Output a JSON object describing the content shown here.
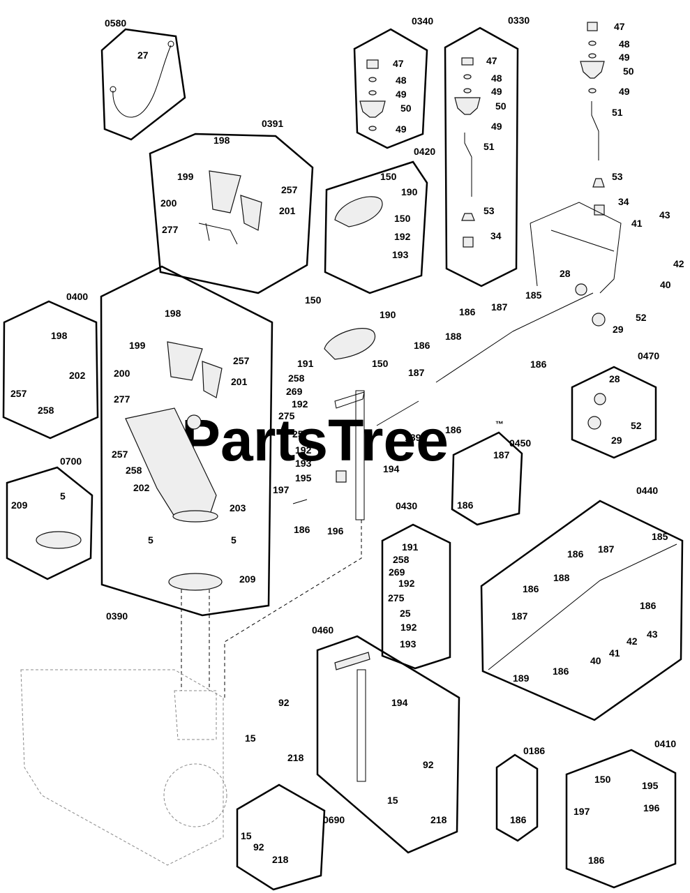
{
  "watermark": {
    "text": "PartsTree",
    "mark": "™"
  },
  "kits": {
    "k0580": "0580",
    "k0391": "0391",
    "k0340": "0340",
    "k0330": "0330",
    "k0420": "0420",
    "k0400": "0400",
    "k0390": "0390",
    "k0700": "0700",
    "k0470": "0470",
    "k0450": "0450",
    "k0440": "0440",
    "k0430": "0430",
    "k0460": "0460",
    "k0690": "0690",
    "k0186": "0186",
    "k0410": "0410"
  },
  "callouts": {
    "c27": "27",
    "c198a": "198",
    "c199a": "199",
    "c200a": "200",
    "c201a": "201",
    "c257a": "257",
    "c277a": "277",
    "c47a": "47",
    "c48a": "48",
    "c49a": "49",
    "c50a": "50",
    "c49b": "49",
    "c47b": "47",
    "c48b": "48",
    "c49c": "49",
    "c50b": "50",
    "c49d": "49",
    "c51a": "51",
    "c53a": "53",
    "c34a": "34",
    "c47c": "47",
    "c48c": "48",
    "c49e": "49",
    "c50c": "50",
    "c49f": "49",
    "c51b": "51",
    "c53b": "53",
    "c34b": "34",
    "c150a": "150",
    "c190a": "190",
    "c150b": "150",
    "c192a": "192",
    "c193a": "193",
    "c41a": "41",
    "c43a": "43",
    "c42a": "42",
    "c40a": "40",
    "c28a": "28",
    "c185a": "185",
    "c52a": "52",
    "c29a": "29",
    "c198b": "198",
    "c257b": "257",
    "c258a": "258",
    "c202a": "202",
    "c198c": "198",
    "c199b": "199",
    "c257c": "257",
    "c201b": "201",
    "c200b": "200",
    "c277b": "277",
    "c257d": "257",
    "c258b": "258",
    "c202b": "202",
    "c203": "203",
    "c5a": "5",
    "c5b": "5",
    "c209a": "209",
    "c5c": "5",
    "c209b": "209",
    "c150c": "150",
    "c190b": "190",
    "c191a": "191",
    "c258c": "258",
    "c269a": "269",
    "c150d": "150",
    "c192b": "192",
    "c275a": "275",
    "c25a": "25",
    "c192c": "192",
    "c193b": "193",
    "c195a": "195",
    "c194a": "194",
    "c197a": "197",
    "c186a": "186",
    "c196a": "196",
    "c186b": "186",
    "c187a": "187",
    "c186c": "186",
    "c188a": "188",
    "c186d": "186",
    "c187b": "187",
    "c189a": "189",
    "c186e": "186",
    "c28b": "28",
    "c52b": "52",
    "c29b": "29",
    "c187c": "187",
    "c186f": "186",
    "c185b": "185",
    "c186g": "186",
    "c187d": "187",
    "c188b": "188",
    "c186h": "186",
    "c186i": "186",
    "c187e": "187",
    "c42b": "42",
    "c43b": "43",
    "c40b": "40",
    "c41b": "41",
    "c189b": "189",
    "c186j": "186",
    "c191b": "191",
    "c258d": "258",
    "c269b": "269",
    "c192d": "192",
    "c275b": "275",
    "c25b": "25",
    "c192e": "192",
    "c193c": "193",
    "c194b": "194",
    "c92a": "92",
    "c15a": "15",
    "c218a": "218",
    "c92b": "92",
    "c15b": "15",
    "c218b": "218",
    "c15c": "15",
    "c92c": "92",
    "c218c": "218",
    "c186k": "186",
    "c150e": "150",
    "c195b": "195",
    "c197b": "197",
    "c196b": "196",
    "c186l": "186"
  }
}
